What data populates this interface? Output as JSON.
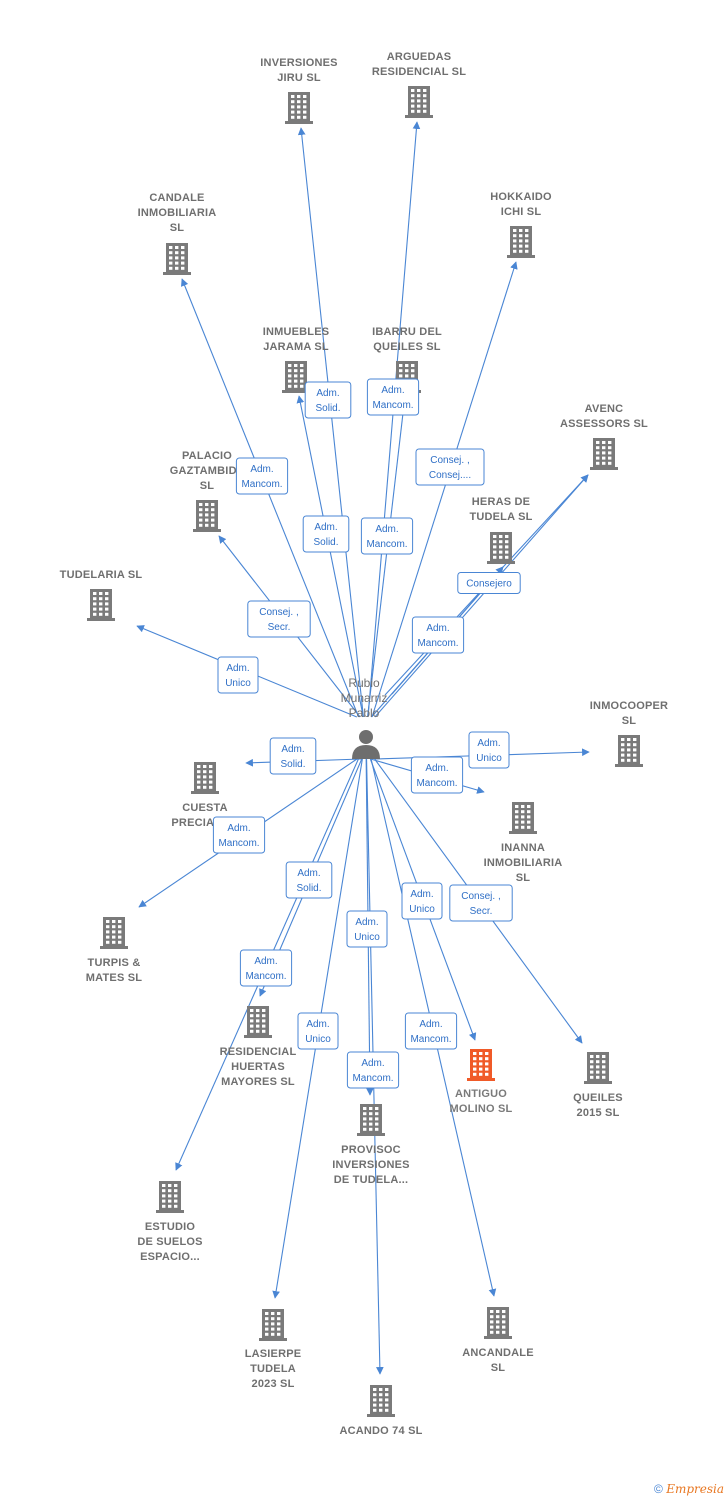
{
  "center": {
    "id": "rubio",
    "label": [
      "Rubio",
      "Munarriz",
      "Pablo"
    ],
    "icon": "person-icon"
  },
  "colors": {
    "edge": "#4a86d4",
    "building": "#7a7a7a",
    "highlight": "#f05a28"
  },
  "companies": [
    {
      "id": "inversiones-jiru",
      "label": [
        "INVERSIONES",
        "JIRU  SL"
      ]
    },
    {
      "id": "arguedas",
      "label": [
        "ARGUEDAS",
        "RESIDENCIAL SL"
      ]
    },
    {
      "id": "candale",
      "label": [
        "CANDALE",
        "INMOBILIARIA",
        "SL"
      ]
    },
    {
      "id": "hokkaido",
      "label": [
        "HOKKAIDO",
        "ICHI SL"
      ]
    },
    {
      "id": "inmuebles-jarama",
      "label": [
        "INMUEBLES",
        "JARAMA SL"
      ]
    },
    {
      "id": "ibarru",
      "label": [
        "IBARRU DEL",
        "QUEILES  SL"
      ]
    },
    {
      "id": "avenc",
      "label": [
        "AVENC",
        "ASSESSORS SL"
      ]
    },
    {
      "id": "palacio",
      "label": [
        "PALACIO",
        "GAZTAMBIDE",
        "SL"
      ]
    },
    {
      "id": "heras",
      "label": [
        "HERAS DE",
        "TUDELA  SL"
      ]
    },
    {
      "id": "tudelaria",
      "label": [
        "TUDELARIA  SL"
      ]
    },
    {
      "id": "inmocooper",
      "label": [
        "INMOCOOPER",
        "SL"
      ]
    },
    {
      "id": "cuesta",
      "label": [
        "CUESTA",
        "PRECIADOS"
      ]
    },
    {
      "id": "inanna",
      "label": [
        "INANNA",
        "INMOBILIARIA",
        "SL"
      ]
    },
    {
      "id": "turpis",
      "label": [
        "TURPIS &",
        "MATES  SL"
      ]
    },
    {
      "id": "residencial-huertas",
      "label": [
        "RESIDENCIAL",
        "HUERTAS",
        "MAYORES  SL"
      ]
    },
    {
      "id": "antiguo-molino",
      "label": [
        "ANTIGUO",
        "MOLINO  SL"
      ],
      "highlight": true
    },
    {
      "id": "queiles-2015",
      "label": [
        "QUEILES",
        "2015  SL"
      ]
    },
    {
      "id": "provisoc",
      "label": [
        "PROVISOC",
        "INVERSIONES",
        "DE TUDELA..."
      ]
    },
    {
      "id": "estudio",
      "label": [
        "ESTUDIO",
        "DE SUELOS",
        "ESPACIO..."
      ]
    },
    {
      "id": "lasierpe",
      "label": [
        "LASIERPE",
        "TUDELA",
        "2023  SL"
      ]
    },
    {
      "id": "ancandale",
      "label": [
        "ANCANDALE",
        "SL"
      ]
    },
    {
      "id": "acando",
      "label": [
        "ACANDO 74  SL"
      ]
    }
  ],
  "relations": [
    {
      "target": "inversiones-jiru",
      "role": [
        "Adm.",
        "Solid."
      ]
    },
    {
      "target": "arguedas",
      "role": [
        "Adm.",
        "Mancom."
      ]
    },
    {
      "target": "candale",
      "role": [
        "Adm.",
        "Mancom."
      ]
    },
    {
      "target": "hokkaido",
      "role": [
        "Consej. ,",
        "Consej...."
      ]
    },
    {
      "target": "inmuebles-jarama",
      "role": [
        "Adm.",
        "Solid."
      ]
    },
    {
      "target": "ibarru",
      "role": [
        "Adm.",
        "Mancom."
      ]
    },
    {
      "target": "palacio",
      "role": [
        "Consej. ,",
        "Secr."
      ]
    },
    {
      "target": "heras",
      "role": [
        "Consejero"
      ]
    },
    {
      "target": "avenc",
      "role": [
        "Adm.",
        "Mancom."
      ]
    },
    {
      "target": "tudelaria",
      "role": [
        "Adm.",
        "Unico"
      ]
    },
    {
      "target": "cuesta",
      "role": [
        "Adm.",
        "Solid."
      ]
    },
    {
      "target": "inmocooper",
      "role": [
        "Adm.",
        "Unico"
      ]
    },
    {
      "target": "inanna",
      "role": [
        "Adm.",
        "Mancom."
      ]
    },
    {
      "target": "turpis",
      "role": [
        "Adm.",
        "Mancom."
      ]
    },
    {
      "target": "residencial-huertas",
      "role": [
        "Adm.",
        "Solid."
      ]
    },
    {
      "target": "provisoc",
      "role": [
        "Adm.",
        "Unico"
      ]
    },
    {
      "target": "antiguo-molino",
      "role": [
        "Adm.",
        "Unico"
      ]
    },
    {
      "target": "queiles-2015",
      "role": [
        "Consej. ,",
        "Secr."
      ]
    },
    {
      "target": "estudio",
      "role": [
        "Adm.",
        "Mancom."
      ]
    },
    {
      "target": "lasierpe",
      "role": [
        "Adm.",
        "Unico"
      ]
    },
    {
      "target": "acando",
      "role": [
        "Adm.",
        "Mancom."
      ]
    },
    {
      "target": "ancandale",
      "role": [
        "Adm.",
        "Mancom."
      ]
    }
  ],
  "footer": {
    "copyright": "©",
    "brand": "Empresia"
  }
}
